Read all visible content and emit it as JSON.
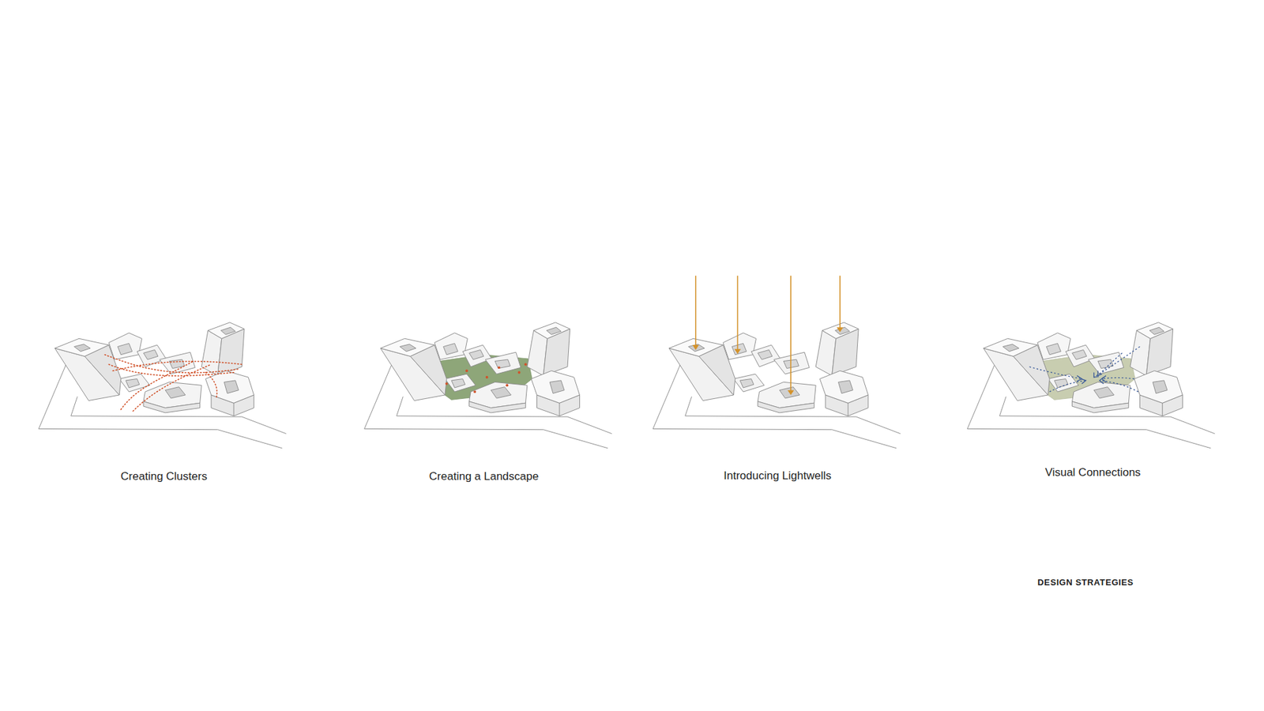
{
  "diagram": {
    "caption": "DESIGN STRATEGIES",
    "labels": [
      "Creating Clusters",
      "Creating a Landscape",
      "Introducing Lightwells",
      "Visual Connections"
    ]
  }
}
